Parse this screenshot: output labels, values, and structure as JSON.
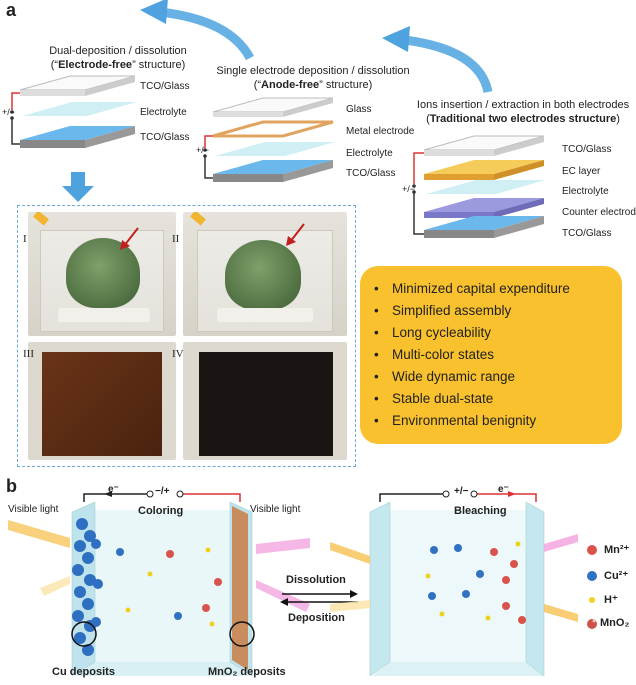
{
  "panel_a": {
    "label": "a",
    "electrode_free": {
      "caption_line1": "Dual-deposition / dissolution",
      "caption_line2_pre": "(“",
      "caption_line2_bold": "Electrode-free",
      "caption_line2_post": "” structure)",
      "layers": [
        "TCO/Glass",
        "Electrolyte",
        "TCO/Glass"
      ],
      "polarity": "+/−"
    },
    "anode_free": {
      "caption_line1": "Single electrode deposition / dissolution",
      "caption_line2_pre": "(“",
      "caption_line2_bold": "Anode-free",
      "caption_line2_post": "” structure)",
      "layers": [
        "Glass",
        "Metal electrode",
        "Electrolyte",
        "TCO/Glass"
      ],
      "polarity": "+/−"
    },
    "traditional": {
      "caption_line1": "Ions insertion / extraction in both electrodes",
      "caption_line2_pre": "(",
      "caption_line2_bold": "Traditional two electrodes structure",
      "caption_line2_post": ")",
      "layers": [
        "TCO/Glass",
        "EC layer",
        "Electrolyte",
        "Counter electrode",
        "TCO/Glass"
      ],
      "polarity": "+/−"
    },
    "photos": [
      "I",
      "II",
      "III",
      "IV"
    ],
    "advantages": [
      "Minimized capital expenditure",
      "Simplified assembly",
      "Long cycleability",
      "Multi-color states",
      "Wide dynamic range",
      "Stable dual-state",
      "Environmental benignity"
    ],
    "colors": {
      "accent_box": "#f9c12e",
      "arrow_blue": "#4ea3df",
      "tco_blue": "#6ab8ec"
    }
  },
  "panel_b": {
    "label": "b",
    "coloring": {
      "title": "Coloring",
      "electron": "e⁻",
      "polarity": "−/+",
      "visible_light_left": "Visible light",
      "visible_light_right": "Visible light",
      "cu_deposits": "Cu deposits",
      "mno2_deposits": "MnO₂ deposits"
    },
    "bleaching": {
      "title": "Bleaching",
      "electron": "e⁻",
      "polarity": "+/−"
    },
    "reaction": {
      "forward": "Dissolution",
      "reverse": "Deposition"
    },
    "legend": [
      {
        "label": "Mn²⁺",
        "color": "#d9534a"
      },
      {
        "label": "Cu²⁺",
        "color": "#2f72c4"
      },
      {
        "label": "H⁺",
        "color": "#f0d020"
      },
      {
        "label": "MnO₂",
        "color": "#c9524a"
      }
    ]
  }
}
